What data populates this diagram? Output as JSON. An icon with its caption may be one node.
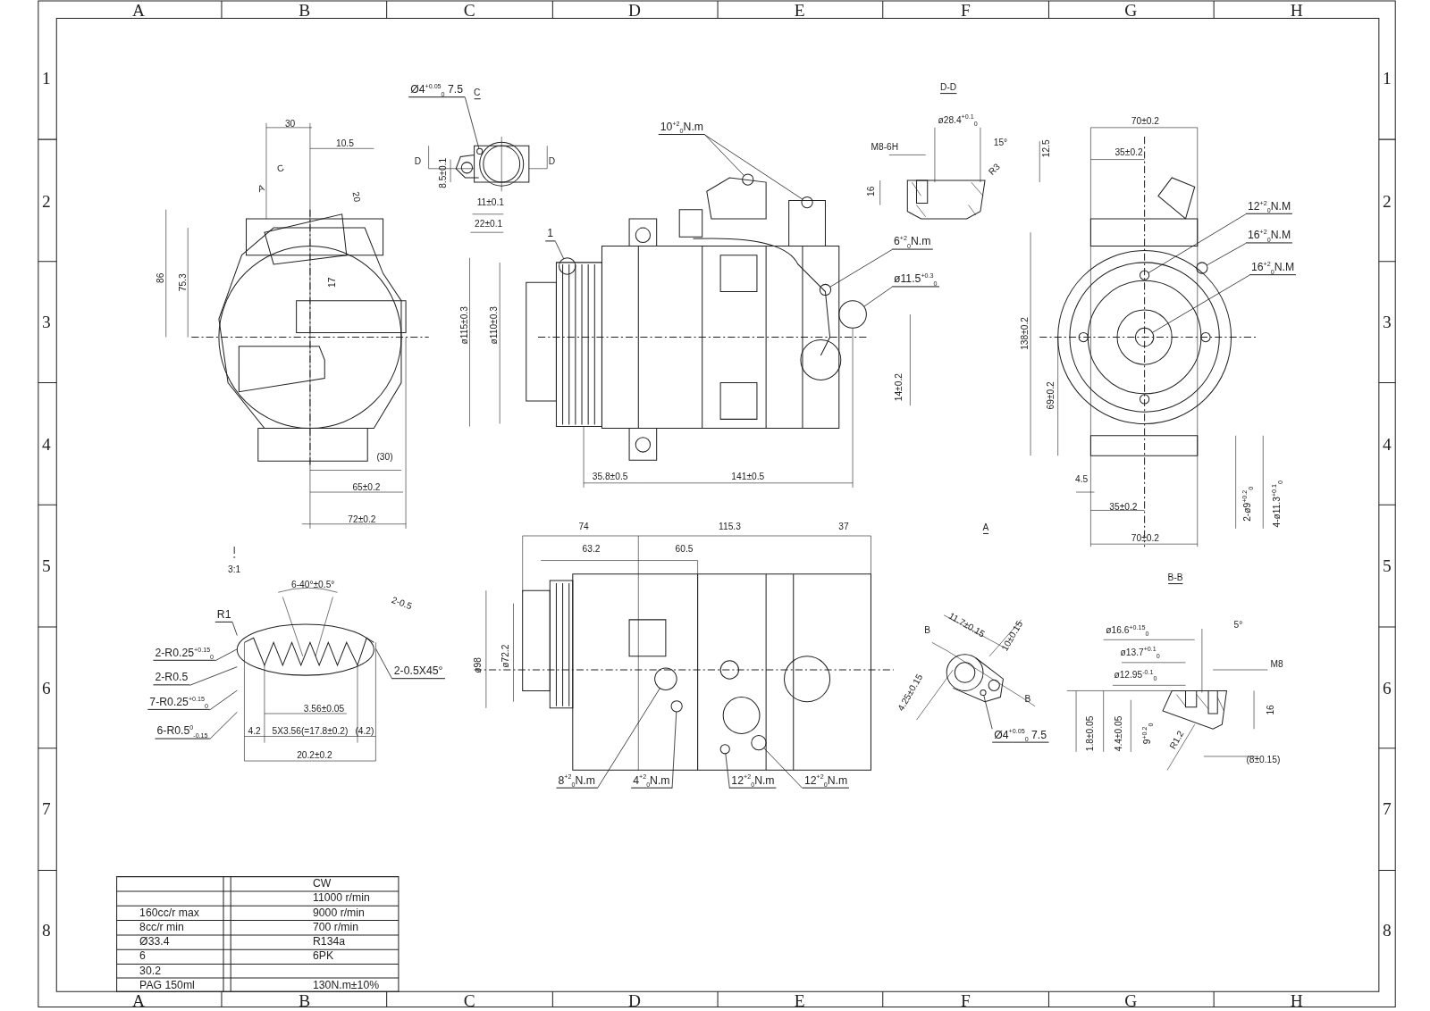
{
  "diagram": {
    "nodes": [
      {
        "text": [
          "1"
        ]
      },
      {
        "text": [
          "10$^{+2}$$_{0}$N.m"
        ]
      },
      {
        "text": [
          "6$^{+2}$$_{0}$N.m"
        ]
      },
      {
        "text": [
          "ø11.5$^{+0.3}$$_{0}$"
        ]
      },
      {
        "text": [
          "12$^{+2}$$_{0}$N.M"
        ]
      },
      {
        "text": [
          "16$^{+2}$$_{0}$N.M"
        ]
      },
      {
        "text": [
          "16$^{+2}$$_{0}$N.M"
        ]
      },
      {
        "text": [
          "8$^{+2}$$_{0}$N.m"
        ]
      },
      {
        "text": [
          "4$^{+2}$$_{0}$N.m"
        ]
      },
      {
        "text": [
          "12$^{+2}$$_{0}$N.m"
        ]
      },
      {
        "text": [
          "12$^{+2}$$_{0}$N.m"
        ]
      },
      {
        "text": [
          "R1"
        ]
      },
      {
        "text": [
          "2-R0.25$^{+0.15}$$_{0}$"
        ]
      },
      {
        "text": [
          "2-R0.5"
        ]
      },
      {
        "text": [
          "7-R0.25$^{+0.15}$$_{0}$"
        ]
      },
      {
        "text": [
          "6-R0.5$^{0}$$_{-0.15}$"
        ]
      },
      {
        "text": [
          "2-0.5X45°"
        ]
      },
      {
        "text": [
          "Ø4$^{+0.05}$$_{0}$ 7.5"
        ]
      },
      {
        "text": [
          "Ø4$^{+0.05}$$_{0}$ 7.5"
        ]
      },
      {
        "text": [],
        "shape": "circle"
      },
      {
        "text": [],
        "shape": "circle"
      },
      {
        "text": [],
        "shape": "circle"
      },
      {
        "text": [],
        "shape": "circle"
      },
      {
        "text": [],
        "shape": "circle"
      },
      {
        "text": [],
        "shape": "circle"
      },
      {
        "text": [],
        "shape": "circle"
      },
      {
        "text": [],
        "shape": "circle"
      },
      {
        "text": [],
        "shape": "circle"
      },
      {
        "text": [],
        "shape": "circle"
      },
      {
        "text": [],
        "shape": "circle"
      },
      {
        "text": [],
        "shape": "circle"
      },
      {
        "text": [],
        "shape": "picture"
      },
      {
        "text": [],
        "shape": "circle"
      },
      {
        "text": [],
        "shape": "circle"
      }
    ],
    "edges": [
      {
        "from": 0,
        "to": 19,
        "arrow": "none"
      },
      {
        "from": 1,
        "to": 20,
        "arrow": "none"
      },
      {
        "from": 1,
        "to": 21,
        "arrow": "none"
      },
      {
        "from": 2,
        "to": 22,
        "arrow": "none"
      },
      {
        "from": 3,
        "to": 23,
        "arrow": "none"
      },
      {
        "from": 4,
        "to": 24,
        "arrow": "none"
      },
      {
        "from": 5,
        "to": 25,
        "arrow": "none"
      },
      {
        "from": 6,
        "to": 26,
        "arrow": "none"
      },
      {
        "from": 7,
        "to": 27,
        "arrow": "none"
      },
      {
        "from": 8,
        "to": 28,
        "arrow": "none"
      },
      {
        "from": 9,
        "to": 29,
        "arrow": "none"
      },
      {
        "from": 10,
        "to": 30,
        "arrow": "none"
      },
      {
        "from": 11,
        "to": 31,
        "arrow": "none"
      },
      {
        "from": 12,
        "to": 31,
        "arrow": "none"
      },
      {
        "from": 13,
        "to": 31,
        "arrow": "none"
      },
      {
        "from": 14,
        "to": 31,
        "arrow": "none"
      },
      {
        "from": 15,
        "to": 31,
        "arrow": "none"
      },
      {
        "from": 16,
        "to": 31,
        "arrow": "none"
      },
      {
        "from": 17,
        "to": 32,
        "arrow": "none"
      },
      {
        "from": 18,
        "to": 33,
        "arrow": "none"
      }
    ],
    "labels": [
      "A",
      "B",
      "C",
      "D",
      "E",
      "F",
      "G",
      "H",
      "1",
      "2",
      "3",
      "4",
      "5",
      "6",
      "7",
      "8",
      "1",
      "2",
      "3",
      "4",
      "5",
      "6",
      "7",
      "8",
      "A",
      "B",
      "C",
      "D",
      "E",
      "F",
      "G",
      "H",
      "30",
      "10.5",
      "C",
      "A",
      "20",
      "86",
      "75.3",
      "17",
      "(30)",
      "65±0.2",
      "72±0.2",
      "C",
      "D",
      "D",
      "8.5±0.1",
      "11±0.1",
      "22±0.1",
      "ø115±0.3",
      "ø110±0.3",
      "14±0.2",
      "35.8±0.5",
      "141±0.5",
      "D-D",
      "ø28.4$^{+0.1}$$_{0}$",
      "M8-6H",
      "15°",
      "R3",
      "16",
      "12.5",
      "70±0.2",
      "35±0.2",
      "138±0.2",
      "69±0.2",
      "4.5",
      "35±0.2",
      "70±0.2",
      "2-ø9$^{+0.2}$$_{0}$",
      "4-ø11.3$^{+0.1}$$_{0}$",
      "I",
      "3:1",
      "6-40°±0.5°",
      "2-0.5",
      "3.56±0.05",
      "4.2",
      "5X3.56(=17.8±0.2)",
      "(4.2)",
      "20.2±0.2",
      "74",
      "115.3",
      "37",
      "63.2",
      "60.5",
      "ø98",
      "ø72.2",
      "A",
      "B",
      "B",
      "11.7±0.15",
      "10±0.15",
      "4.25±0.15",
      "B-B",
      "ø16.6$^{+0.15}$$_{0}$",
      "5°",
      "ø13.7$^{+0.1}$$_{0}$",
      "M8",
      "ø12.95$^{-0.1}$$_{0}$",
      "16",
      "1.8±0.05",
      "4.4±0.05",
      "9$^{+0.2}$$_{0}$",
      "R1.2",
      "(8±0.15)",
      "CW",
      "11000 r/min",
      "160cc/r max",
      "9000 r/min",
      "8cc/r min",
      "700 r/min",
      "Ø33.4",
      "R134a",
      "6",
      "6PK",
      "30.2",
      "PAG 150ml",
      "130N.m±10%"
    ]
  }
}
